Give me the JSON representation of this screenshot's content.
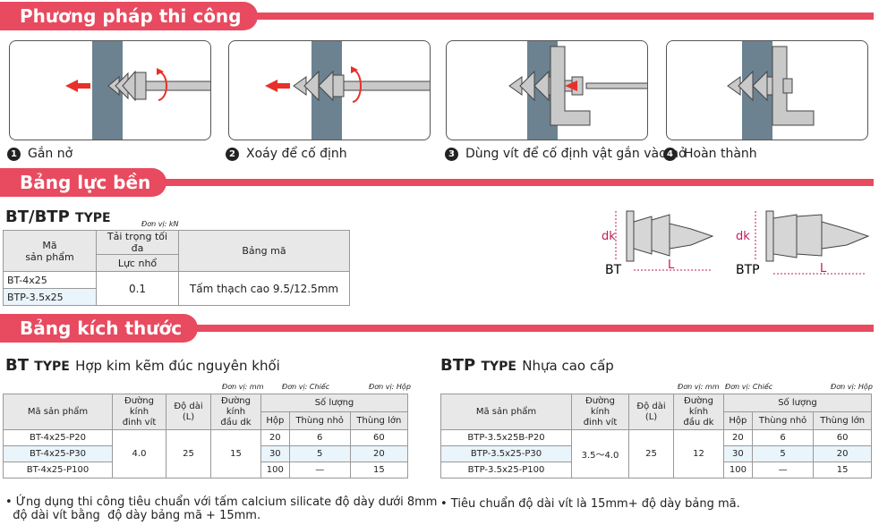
{
  "sections": {
    "method": "Phương pháp thi công",
    "strength": "Bảng lực bền",
    "size": "Bảng kích thước"
  },
  "steps": [
    {
      "num": "1",
      "label": "Gắn nở"
    },
    {
      "num": "2",
      "label": "Xoáy để cố định"
    },
    {
      "num": "3",
      "label": "Dùng vít để cố định vật gắn vào nở"
    },
    {
      "num": "4",
      "label": "Hoàn thành"
    }
  ],
  "strength_table": {
    "title_bold": "BT/BTP",
    "title_suffix": "TYPE",
    "unit": "Đơn vị: kN",
    "col_code": "Mã\nsản phẩm",
    "col_load": "Tải trọng tối đa",
    "col_force": "Lực nhổ",
    "col_board": "Bảng mã",
    "rows": [
      "BT-4x25",
      "BTP-3.5x25"
    ],
    "force": "0.1",
    "board": "Tấm thạch cao 9.5/12.5mm"
  },
  "diagram": {
    "dk": "dk",
    "L": "L",
    "bt": "BT",
    "btp": "BTP"
  },
  "bt_table": {
    "title_bold": "BT",
    "title_type": "TYPE",
    "title_desc": "Hợp kim kẽm đúc nguyên khối",
    "unit_mm": "Đơn vị: mm",
    "unit_piece": "Đơn vị: Chiếc",
    "unit_box": "Đơn vị: Hộp",
    "headers": {
      "code": "Mã sản phẩm",
      "dia": "Đường kính\nđinh vít",
      "len": "Độ dài\n(L)",
      "head": "Đường kính\nđầu dk",
      "qty": "Số lượng",
      "box": "Hộp",
      "small": "Thùng nhỏ",
      "large": "Thùng lớn"
    },
    "dia": "4.0",
    "len": "25",
    "head": "15",
    "rows": [
      {
        "code": "BT-4x25-P20",
        "box": "20",
        "small": "6",
        "large": "60"
      },
      {
        "code": "BT-4x25-P30",
        "box": "30",
        "small": "5",
        "large": "20"
      },
      {
        "code": "BT-4x25-P100",
        "box": "100",
        "small": "—",
        "large": "15"
      }
    ],
    "note1": "• Ứng dụng thi công tiêu chuẩn với tấm calcium silicate độ dày dưới 8mm",
    "note2": "  độ dài vít bằng  độ dày bảng mã + 15mm."
  },
  "btp_table": {
    "title_bold": "BTP",
    "title_type": "TYPE",
    "title_desc": "Nhựa cao cấp",
    "unit_mm": "Đơn vị: mm",
    "unit_piece": "Đơn vị: Chiếc",
    "unit_box": "Đơn vị: Hộp",
    "headers": {
      "code": "Mã sản phẩm",
      "dia": "Đường kính\nđinh vít",
      "len": "Độ dài\n(L)",
      "head": "Đường kính\nđầu dk",
      "qty": "Số lượng",
      "box": "Hộp",
      "small": "Thùng nhỏ",
      "large": "Thùng lớn"
    },
    "dia": "3.5〜4.0",
    "len": "25",
    "head": "12",
    "rows": [
      {
        "code": "BTP-3.5x25B-P20",
        "box": "20",
        "small": "6",
        "large": "60"
      },
      {
        "code": "BTP-3.5x25-P30",
        "box": "30",
        "small": "5",
        "large": "20"
      },
      {
        "code": "BTP-3.5x25-P100",
        "box": "100",
        "small": "—",
        "large": "15"
      }
    ],
    "note1": "• Tiêu chuẩn độ dài vít là 15mm+ độ dày bảng mã."
  },
  "colors": {
    "accent": "#e84a5f",
    "wall": "#6c8291",
    "arrow": "#e8302a",
    "highlight": "#eaf4fb"
  }
}
